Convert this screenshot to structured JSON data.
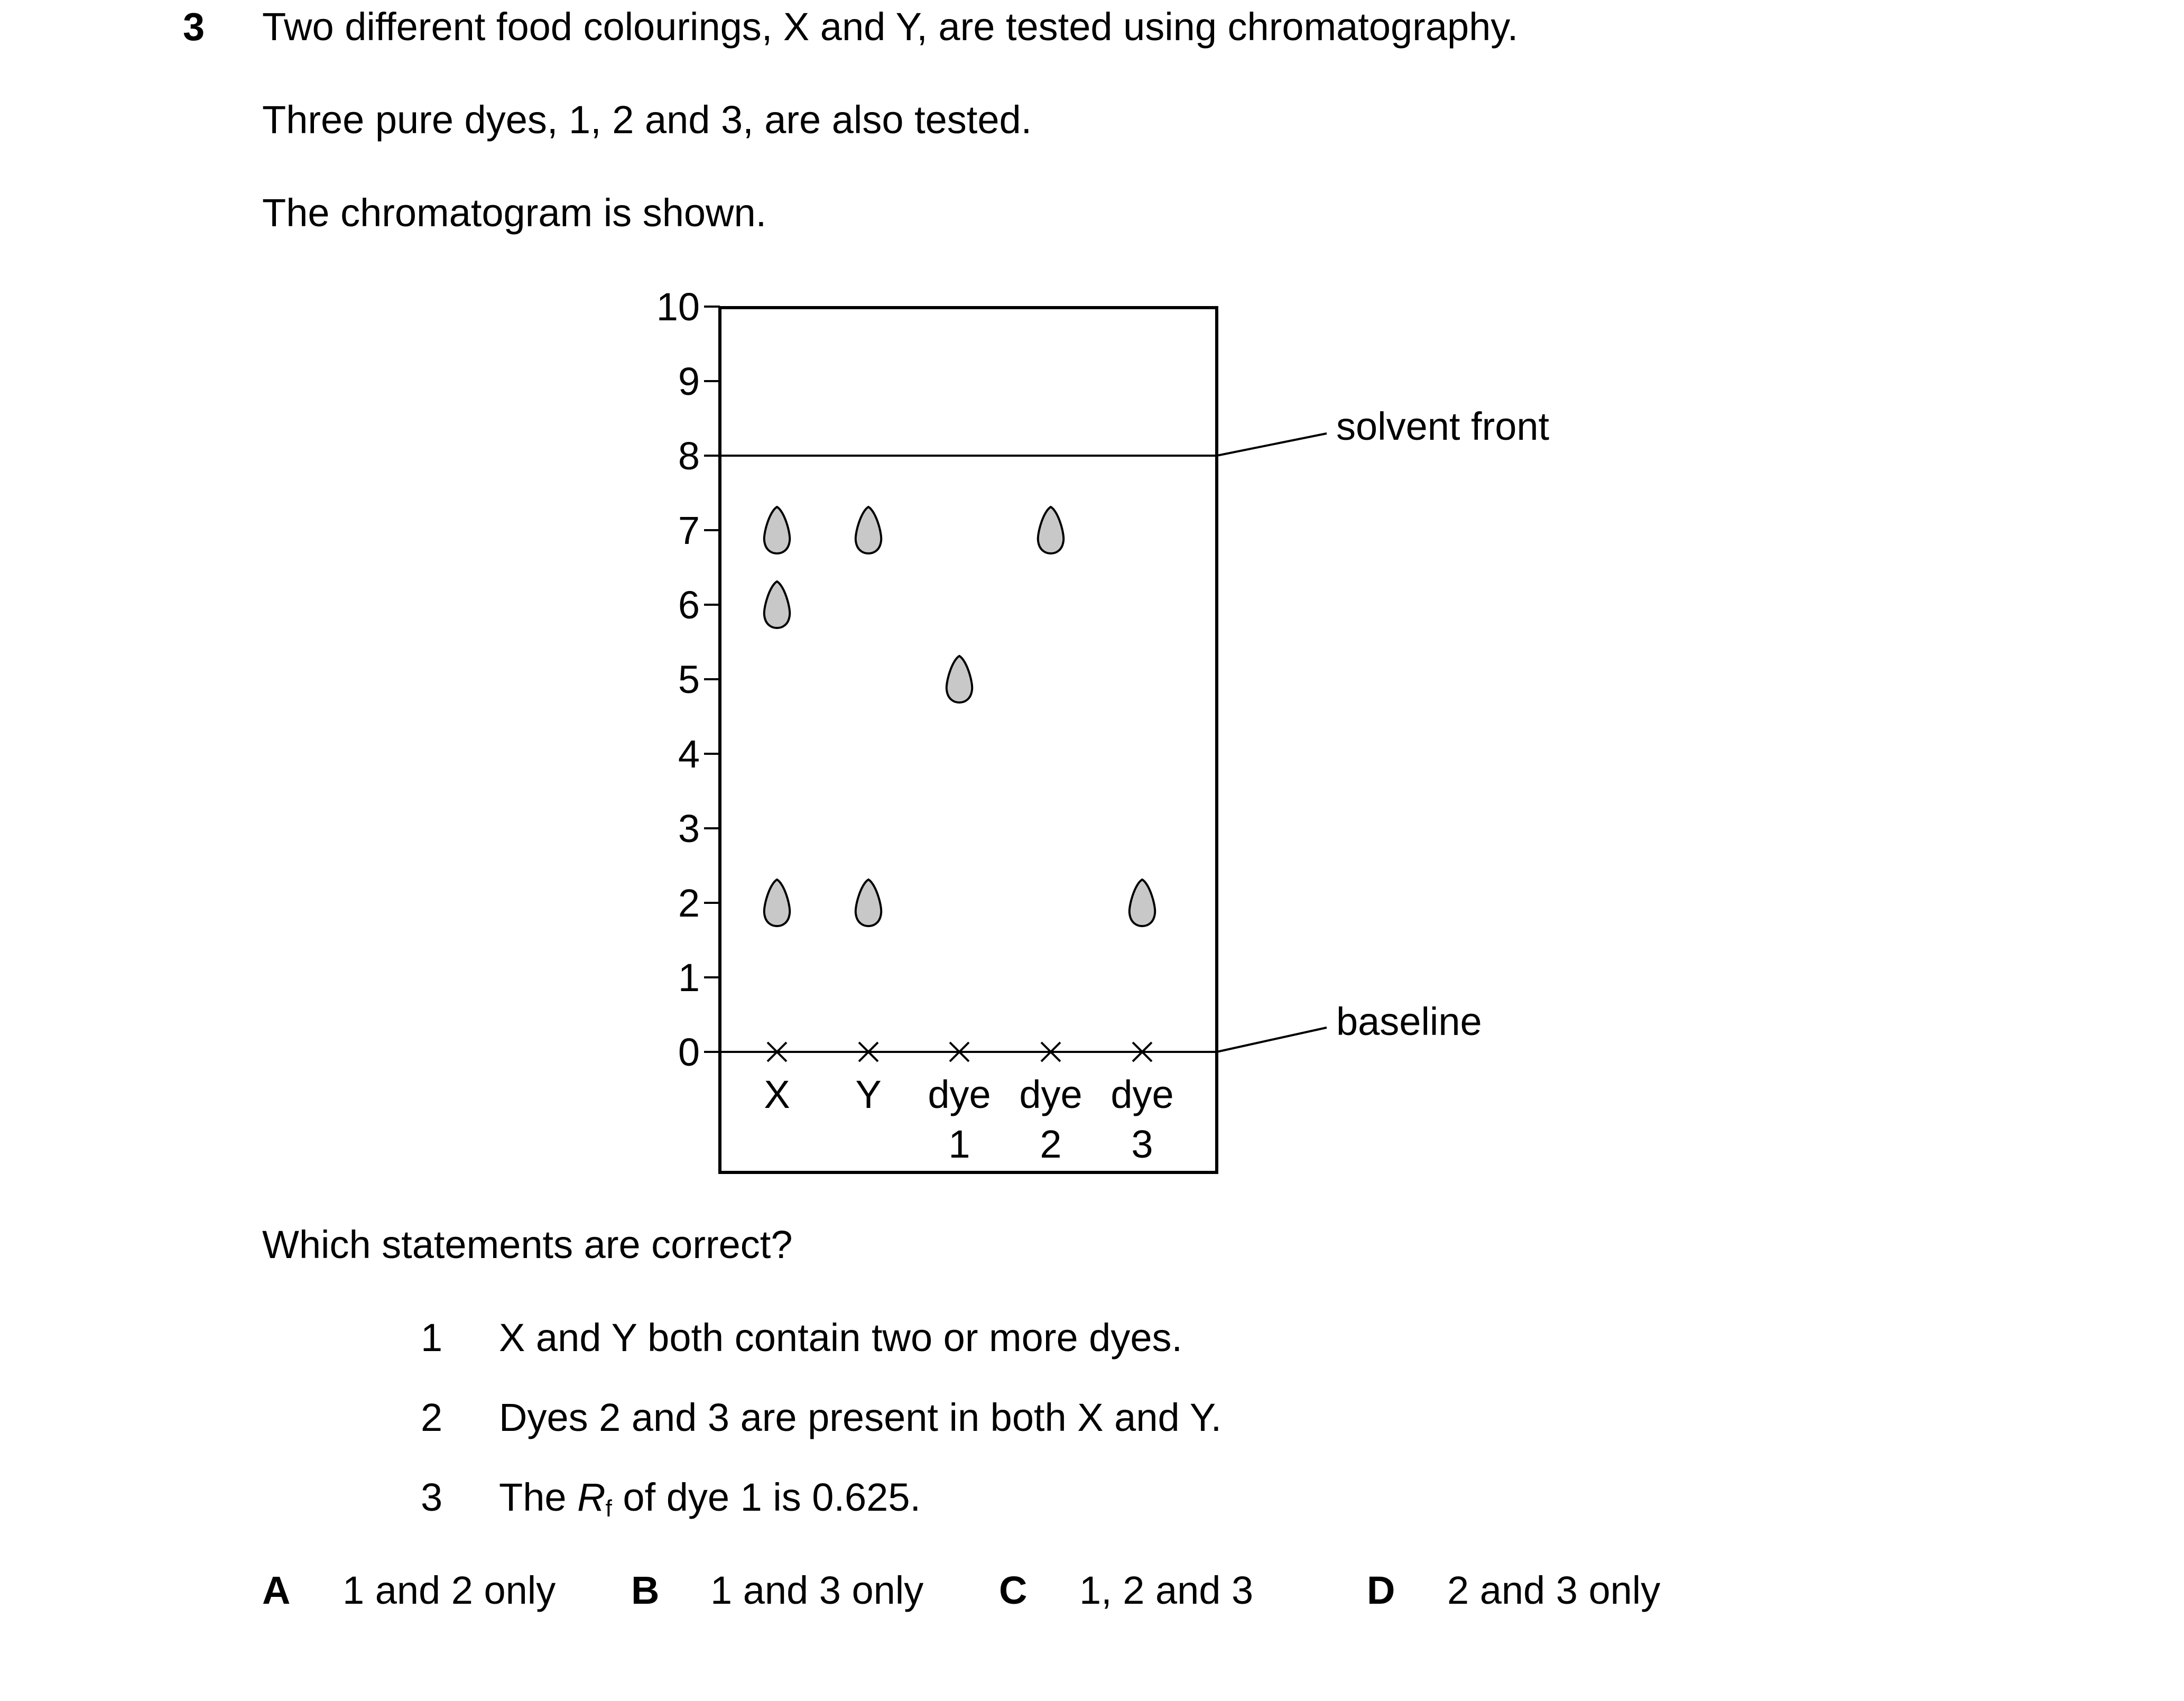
{
  "question": {
    "number": "3",
    "intro_lines": [
      "Two different food colourings, X and Y, are tested using chromatography.",
      "Three pure dyes, 1, 2 and 3, are also tested.",
      "The chromatogram is shown."
    ],
    "prompt": "Which statements are correct?",
    "statements": [
      {
        "num": "1",
        "text": "X and Y both contain two or more dyes."
      },
      {
        "num": "2",
        "text": "Dyes 2 and 3 are present in both X and Y."
      },
      {
        "num": "3",
        "text_before": "The ",
        "symbol": "R",
        "symbol_sub": "f",
        "text_after": " of dye 1 is 0.625."
      }
    ],
    "options": [
      {
        "letter": "A",
        "text": "1 and 2 only"
      },
      {
        "letter": "B",
        "text": "1 and 3 only"
      },
      {
        "letter": "C",
        "text": "1, 2 and 3"
      },
      {
        "letter": "D",
        "text": "2 and 3 only"
      }
    ]
  },
  "chromatogram": {
    "scale_ticks": [
      "0",
      "1",
      "2",
      "3",
      "4",
      "5",
      "6",
      "7",
      "8",
      "9",
      "10"
    ],
    "solvent_front_label": "solvent front",
    "baseline_label": "baseline",
    "solvent_front_level": 8,
    "baseline_level": 0,
    "lanes": [
      {
        "label_top": "X",
        "label_bottom": "",
        "spots": [
          2,
          6,
          7
        ]
      },
      {
        "label_top": "Y",
        "label_bottom": "",
        "spots": [
          2,
          7
        ]
      },
      {
        "label_top": "dye",
        "label_bottom": "1",
        "spots": [
          5
        ]
      },
      {
        "label_top": "dye",
        "label_bottom": "2",
        "spots": [
          7
        ]
      },
      {
        "label_top": "dye",
        "label_bottom": "3",
        "spots": [
          2
        ]
      }
    ],
    "spot_fill": "#c8c8c8",
    "line_color": "#000000"
  }
}
